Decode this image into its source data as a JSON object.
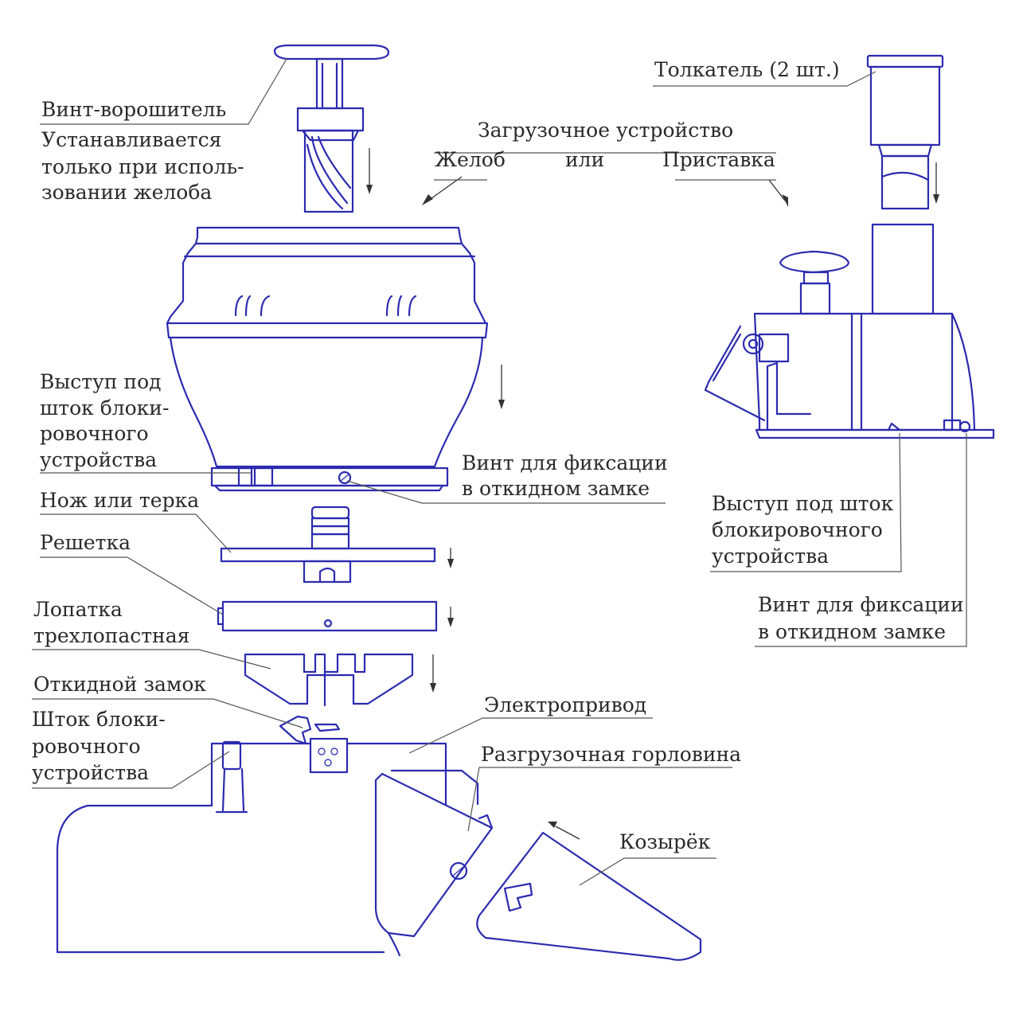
{
  "colors": {
    "line": "#2b2bb0",
    "leader": "#555555",
    "text": "#2a2a2a"
  },
  "labels": {
    "screw_agitator": "Винт-ворошитель",
    "screw_note_1": "Устанавливается",
    "screw_note_2": "только при исполь-",
    "screw_note_3": "зовании желоба",
    "loading_device": "Загрузочное устройство",
    "chute": "Желоб",
    "or": "или",
    "attachment": "Приставка",
    "pusher": "Толкатель (2 шт.)",
    "ledge_left_1": "Выступ под",
    "ledge_left_2": "шток блоки-",
    "ledge_left_3": "ровочного",
    "ledge_left_4": "устройства",
    "fix_screw_left_1": "Винт для фиксации",
    "fix_screw_left_2": "в откидном замке",
    "knife": "Нож или терка",
    "grate": "Решетка",
    "blade_1": "Лопатка",
    "blade_2": "трехлопастная",
    "hinge_lock": "Откидной замок",
    "rod_1": "Шток блоки-",
    "rod_2": "ровочного",
    "rod_3": "устройства",
    "drive": "Электропривод",
    "outlet": "Разгрузочная горловина",
    "visor": "Козырёк",
    "ledge_right_1": "Выступ под шток",
    "ledge_right_2": "блокировочного",
    "ledge_right_3": "устройства",
    "fix_screw_right_1": "Винт для фиксации",
    "fix_screw_right_2": "в откидном замке"
  }
}
